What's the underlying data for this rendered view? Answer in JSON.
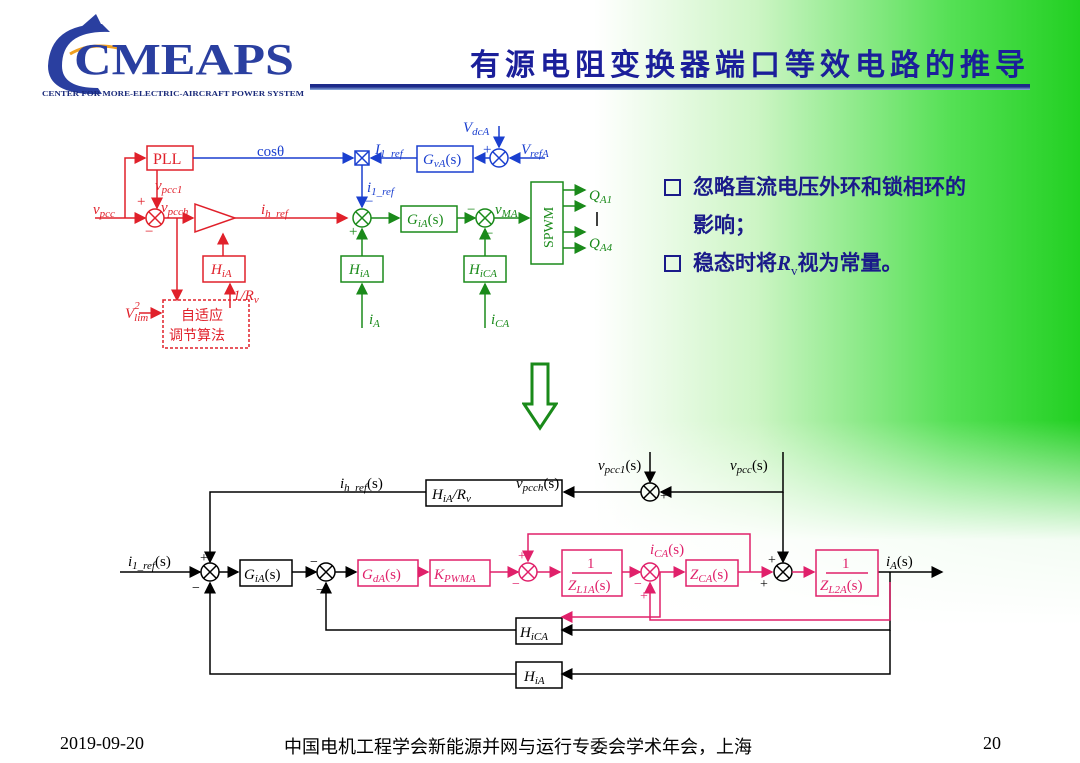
{
  "header": {
    "title": "有源电阻变换器端口等效电路的推导",
    "logo_text": "CMEAPS",
    "logo_subtitle": "CENTER FOR MORE-ELECTRIC-AIRCRAFT POWER SYSTEM"
  },
  "bullets": [
    {
      "line1": "忽略直流电压外环和锁相环的",
      "line2": "影响；"
    },
    {
      "line1_pre": "稳态时将",
      "line1_var": "R",
      "line1_sub": "v",
      "line1_post": "视为常量。"
    }
  ],
  "top_diagram": {
    "pll": "PLL",
    "cos": "cosθ",
    "vpcc": "v",
    "vpcc_sub": "pcc",
    "vpcc1": "v",
    "vpcc1_sub": "pcc1",
    "vpcch": "v",
    "vpcch_sub": "pcch",
    "ih_ref": "i",
    "ih_ref_sub": "h_ref",
    "i1_ref": "I",
    "i1_ref_sub": "1_ref",
    "i1_ref_lower": "i",
    "i1_ref_lower_sub": "1_ref",
    "vdca": "V",
    "vdca_sub": "dcA",
    "vrefa": "V",
    "vrefa_sub": "refA",
    "gva": "G",
    "gva_sub": "vA",
    "gva_arg": "(s)",
    "gia": "G",
    "gia_sub": "iA",
    "gia_arg": "(s)",
    "hia1": "H",
    "hia1_sub": "iA",
    "hia2": "H",
    "hia2_sub": "iA",
    "hica": "H",
    "hica_sub": "iCA",
    "vma": "v",
    "vma_sub": "MA",
    "spwm": "SPWM",
    "qa1": "Q",
    "qa1_sub": "A1",
    "qa4": "Q",
    "qa4_sub": "A4",
    "ia": "i",
    "ia_sub": "A",
    "ica": "i",
    "ica_sub": "CA",
    "rv": "1/R",
    "rv_sub": "v",
    "vlim": "V",
    "vlim_sub": "lim",
    "vlim_sup": "2",
    "adaptive_line1": "自适应",
    "adaptive_line2": "调节算法"
  },
  "bottom_diagram": {
    "vpcc1s": "v",
    "vpcc1s_sub": "pcc1",
    "vpcc1s_arg": "(s)",
    "vpccs": "v",
    "vpccs_sub": "pcc",
    "vpccs_arg": "(s)",
    "ihref": "i",
    "ihref_sub": "h_ref",
    "ihref_arg": "(s)",
    "vpcchs": "v",
    "vpcchs_sub": "pcch",
    "vpcchs_arg": "(s)",
    "hia_rv": "H",
    "hia_rv_sub": "iA",
    "hia_rv_tail": "/R",
    "hia_rv_tail_sub": "v",
    "i1refs": "i",
    "i1refs_sub": "1_ref",
    "i1refs_arg": "(s)",
    "gia": "G",
    "gia_sub": "iA",
    "gia_arg": "(s)",
    "gda": "G",
    "gda_sub": "dA",
    "gda_arg": "(s)",
    "kpwm": "K",
    "kpwm_sub": "PWMA",
    "zl1_num": "1",
    "zl1": "Z",
    "zl1_sub": "L1A",
    "zl1_arg": "(s)",
    "ica": "i",
    "ica_sub": "CA",
    "ica_arg": "(s)",
    "zca": "Z",
    "zca_sub": "CA",
    "zca_arg": "(s)",
    "zl2_num": "1",
    "zl2": "Z",
    "zl2_sub": "L2A",
    "zl2_arg": "(s)",
    "ias": "i",
    "ias_sub": "A",
    "ias_arg": "(s)",
    "hica": "H",
    "hica_sub": "iCA",
    "hia": "H",
    "hia_sub": "iA"
  },
  "footer": {
    "date": "2019-09-20",
    "conference": "中国电机工程学会新能源并网与运行专委会学术年会，上海",
    "page": "20"
  },
  "colors": {
    "title": "#1b1f9a",
    "red": "#e0202a",
    "blue": "#1a3fcf",
    "green": "#1a8a1a",
    "magenta": "#e0206a",
    "bullet": "#1a1a8a"
  }
}
